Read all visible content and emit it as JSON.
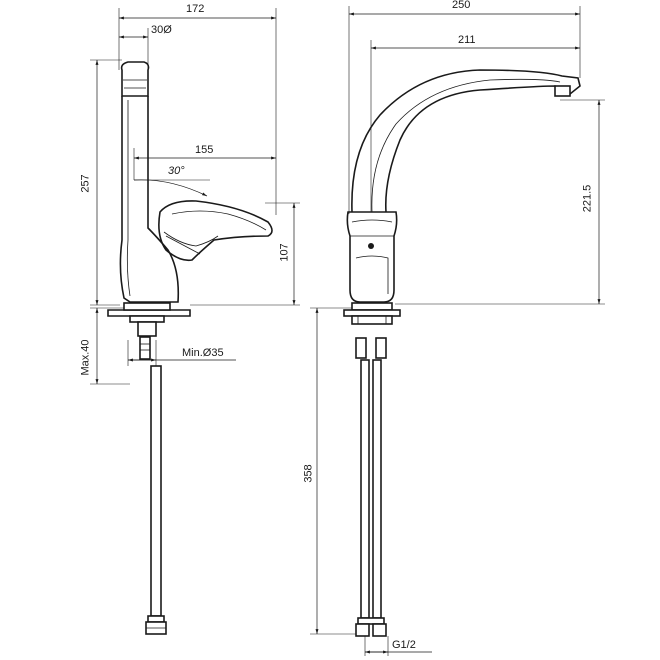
{
  "dimensions": {
    "d172": "172",
    "d30dia": "30Ø",
    "d155": "155",
    "d30deg": "30°",
    "d257": "257",
    "d107": "107",
    "max40": "Max.40",
    "min35": "Min.Ø35",
    "d250": "250",
    "d211": "211",
    "d221_5": "221.5",
    "d358": "358",
    "g12": "G1/2"
  }
}
